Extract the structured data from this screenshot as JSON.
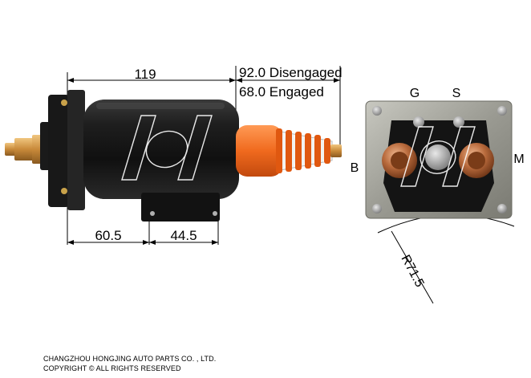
{
  "dimensions": {
    "overall_length": "119",
    "stroke_disengaged": "92.0 Disengaged",
    "stroke_engaged": "68.0 Engaged",
    "mount_offset": "60.5",
    "mount_spacing": "44.5",
    "radius": "R71.5"
  },
  "terminals": {
    "g": "G",
    "s": "S",
    "m": "M",
    "b": "B"
  },
  "footer": {
    "company": "CHANGZHOU HONGJING AUTO PARTS CO. , LTD.",
    "copyright": "COPYRIGHT © ALL RIGHTS RESERVED"
  },
  "colors": {
    "body": "#141414",
    "plunger_boot": "#f06a1e",
    "brass": "#c98a3a",
    "end_plate": "#9a9a92",
    "copper": "#b86a3c"
  }
}
